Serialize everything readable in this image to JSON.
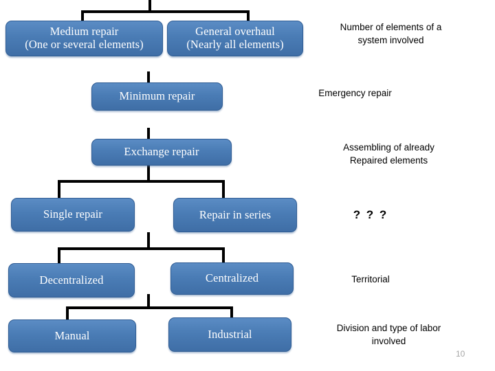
{
  "slide": {
    "page_number": "10",
    "background_color": "#ffffff",
    "box_fill_color": "#4a7cb5",
    "box_border_color": "#2f5c93",
    "box_text_color": "#ffffff",
    "connector_color": "#000000",
    "annotation_color": "#000000",
    "page_number_color": "#a6a6a6"
  },
  "nodes": [
    {
      "id": "medium-repair",
      "line1": "Medium repair",
      "line2": "(One or several elements)"
    },
    {
      "id": "general-overhaul",
      "line1": "General overhaul",
      "line2": "(Nearly all elements)"
    },
    {
      "id": "minimum-repair",
      "line1": "Minimum repair",
      "line2": ""
    },
    {
      "id": "exchange-repair",
      "line1": "Exchange repair",
      "line2": ""
    },
    {
      "id": "single-repair",
      "line1": "Single repair",
      "line2": ""
    },
    {
      "id": "repair-in-series",
      "line1": "Repair in series",
      "line2": ""
    },
    {
      "id": "decentralized",
      "line1": "Decentralized",
      "line2": ""
    },
    {
      "id": "centralized",
      "line1": "Centralized",
      "line2": ""
    },
    {
      "id": "manual",
      "line1": "Manual",
      "line2": ""
    },
    {
      "id": "industrial",
      "line1": "Industrial",
      "line2": ""
    }
  ],
  "annotations": [
    {
      "id": "elements-involved",
      "line1": "Number of elements of a",
      "line2": "system involved"
    },
    {
      "id": "emergency-repair",
      "line1": "Emergency repair",
      "line2": ""
    },
    {
      "id": "assembling",
      "line1": "Assembling of already",
      "line2": "Repaired elements"
    },
    {
      "id": "question-marks",
      "line1": "? ? ?",
      "line2": ""
    },
    {
      "id": "territorial",
      "line1": "Territorial",
      "line2": ""
    },
    {
      "id": "division-of-labor",
      "line1": "Division and type of labor",
      "line2": "involved"
    }
  ]
}
